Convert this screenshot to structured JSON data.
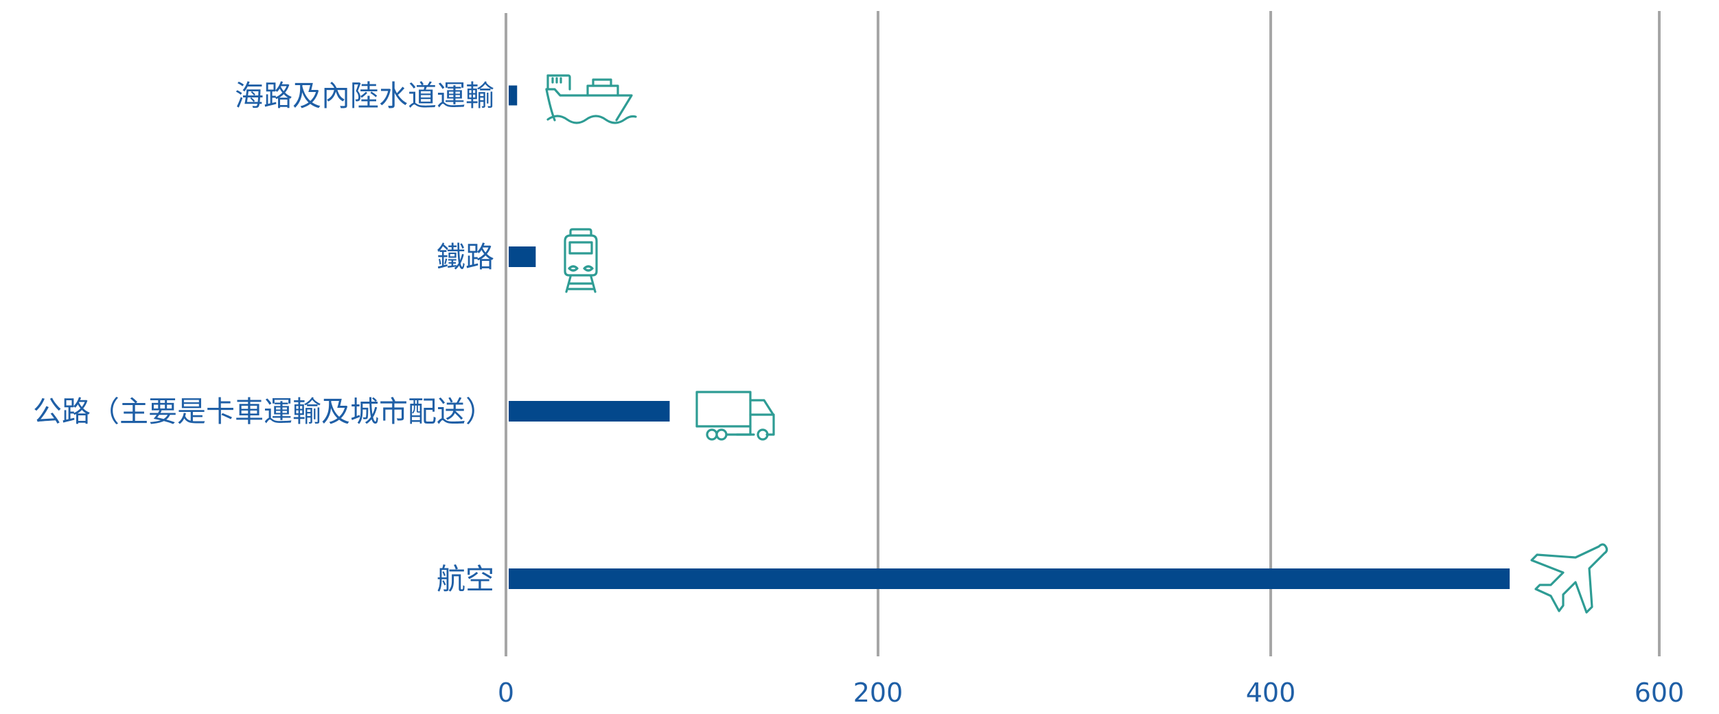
{
  "chart_data": {
    "type": "bar",
    "orientation": "horizontal",
    "title": "",
    "xlabel": "",
    "ylabel": "",
    "categories": [
      "海路及內陸水道運輸",
      "鐵路",
      "公路（主要是卡車運輸及城市配送）",
      "航空"
    ],
    "values": [
      6,
      16,
      88,
      523
    ],
    "icons": [
      "ship-icon",
      "train-icon",
      "truck-icon",
      "airplane-icon"
    ],
    "xlim": [
      0,
      600
    ],
    "xticks": [
      0,
      200,
      400,
      600
    ],
    "xtick_labels": [
      "0",
      "200",
      "400",
      "600"
    ],
    "grid": true,
    "legend": "none",
    "colors": {
      "bar": "#03488c",
      "text": "#1f5fa6",
      "icon": "#2e9c94",
      "grid": "#a6a6a6"
    }
  }
}
